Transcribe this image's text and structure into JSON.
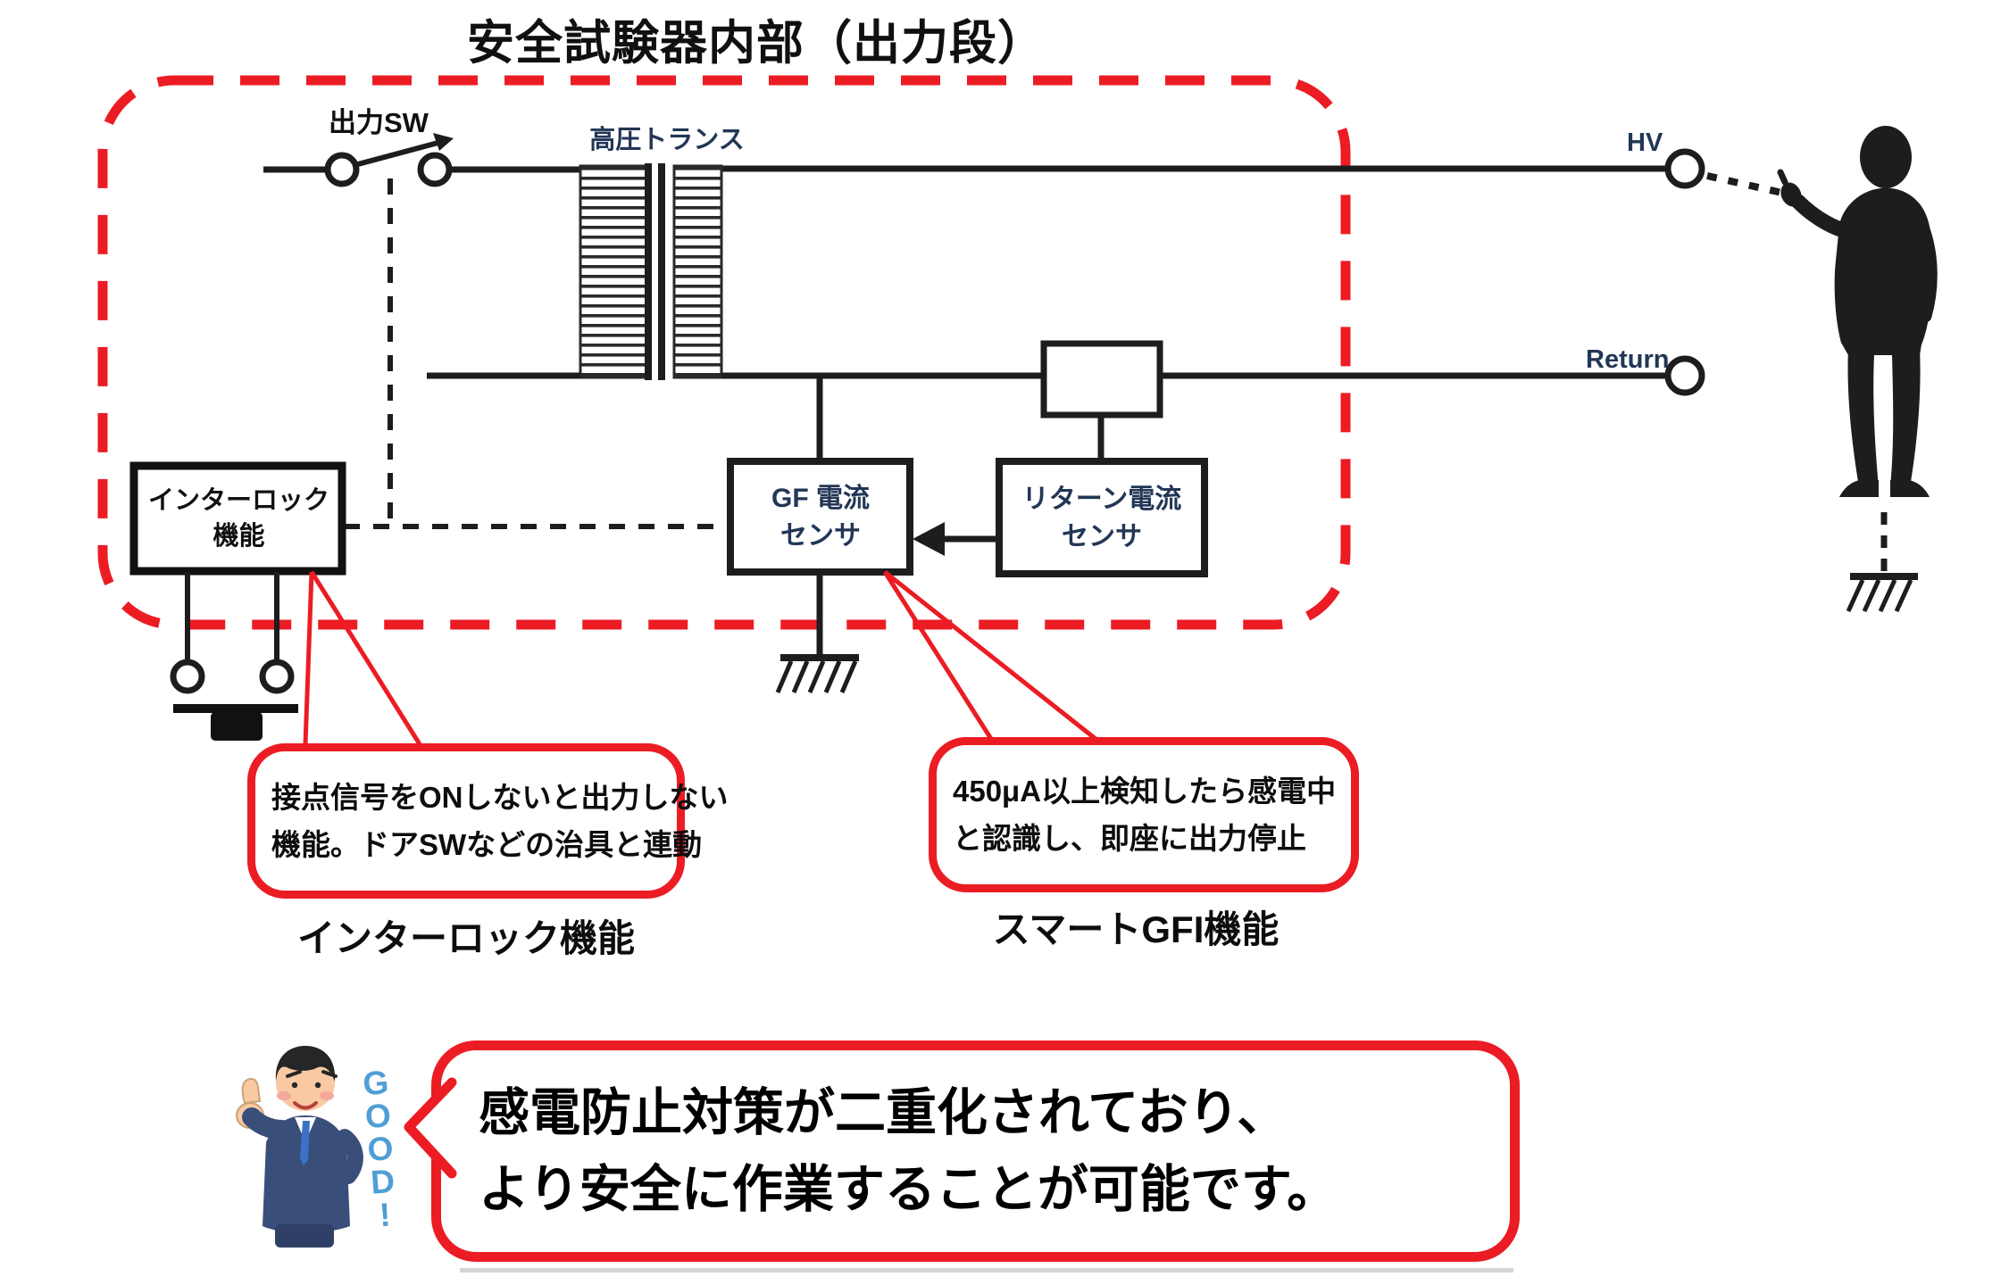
{
  "title": "安全試験器内部（出力段）",
  "diagram": {
    "output_sw_label": "出力SW",
    "transformer_label": "高圧トランス",
    "hv_label": "HV",
    "return_label": "Return",
    "interlock_box": {
      "line1": "インターロック",
      "line2": "機能"
    },
    "gf_sensor_box": {
      "line1": "GF 電流",
      "line2": "センサ"
    },
    "return_sensor_box": {
      "line1": "リターン電流",
      "line2": "センサ"
    }
  },
  "callouts": {
    "interlock": {
      "line1": "接点信号をONしないと出力しない",
      "line2": "機能。ドアSWなどの治具と連動",
      "caption": "インターロック機能"
    },
    "gfi": {
      "line1": "450μA以上検知したら感電中",
      "line2": "と認識し、即座に出力停止",
      "caption": "スマートGFI機能"
    }
  },
  "footer": {
    "good_text": "G\nO\nO\nD\n!",
    "bubble_line1": "感電防止対策が二重化されており、",
    "bubble_line2": "より安全に作業することが可能です。"
  },
  "colors": {
    "accent_red": "#ec1c24",
    "wire_black": "#1d1d1d",
    "label_blue": "#223655",
    "good_blue": "#4f9ed6",
    "suit_navy": "#3a4e7a",
    "skin": "#f9c9a3"
  }
}
